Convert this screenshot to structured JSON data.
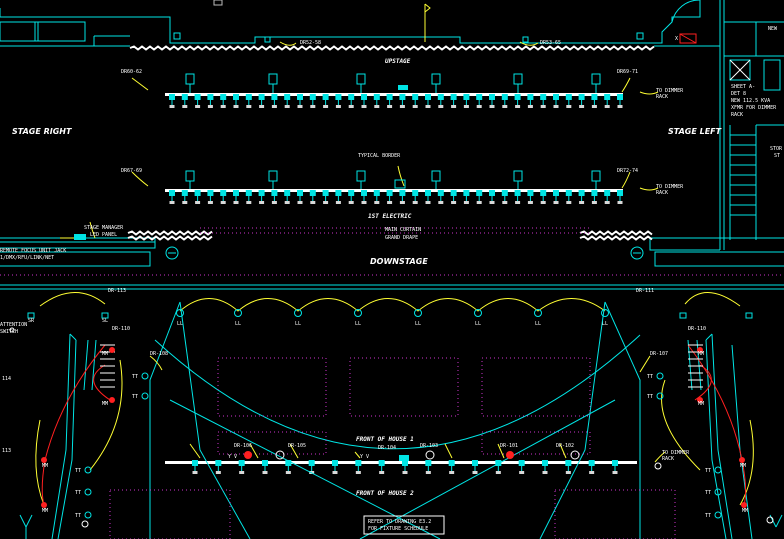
{
  "labels": {
    "upstage": "UPSTAGE",
    "downstage": "DOWNSTAGE",
    "stage_right": "STAGE RIGHT",
    "stage_left": "STAGE LEFT",
    "electric_1": "1ST ELECTRIC",
    "main_curtain": "MAIN CURTAIN",
    "grand_drape": "GRAND DRAPE",
    "stage_manager": "STAGE MANAGER",
    "led_panel": "LED PANEL",
    "remote_focus": "REMOTE FOCUS UNIT JACK",
    "remote_focus_2": "1/DMX/RFU/LINK/NET",
    "typical_border": "TYPICAL BORDER",
    "to_dimmer_rack": "TO DIMMER",
    "rack": "RACK",
    "front_1": "FRONT OF HOUSE 1",
    "front_2": "FRONT OF HOUSE 2",
    "refer_1": "REFER TO DRAWING E3.2",
    "refer_2": "FOR FIXTURE SCHEDULE",
    "feed": "NEW 112.5 KVA",
    "feed_2": "XFMR FOR DIMMER",
    "feed_3": "RACK",
    "sheet_ref": "SHEET A-",
    "sheet_ref_2": "DET 8",
    "storage": "STOR",
    "storage_2": "ST",
    "new_ref": "NEW",
    "attn": "ATTENTION",
    "attn_2": "SWITCH",
    "num_114": "114",
    "num_113": "113",
    "x_mark": "X"
  },
  "circuits": {
    "dr_52_68": "DR52-58",
    "dr_53_65": "DR53-65",
    "dr_60_62": "DR60-62",
    "dr_69_71": "DR69-71",
    "dr_67_69": "DR67-69",
    "dr_72_74": "DR72-74",
    "dr_113": "DR-113",
    "dr_111": "DR-111",
    "dr_110_l": "DR-110",
    "dr_110_r": "DR-110",
    "dr_108": "DR-108",
    "dr_107": "DR-107",
    "dr_106": "DR-106",
    "dr_105": "DR-105",
    "dr_104": "DR-104",
    "dr_103": "DR-103",
    "dr_102": "DR-102",
    "dr_101": "DR-101",
    "sr": "SR",
    "sl": "SL"
  },
  "symbols": {
    "ll": "LL",
    "tt": "TT",
    "mm": "MM",
    "yv": "Y V"
  },
  "colors": {
    "background": "#000000",
    "cyan": "#00e5e5",
    "yellow": "#ffff33",
    "white": "#ffffff",
    "red": "#ff2020",
    "magenta": "#cc33cc"
  }
}
